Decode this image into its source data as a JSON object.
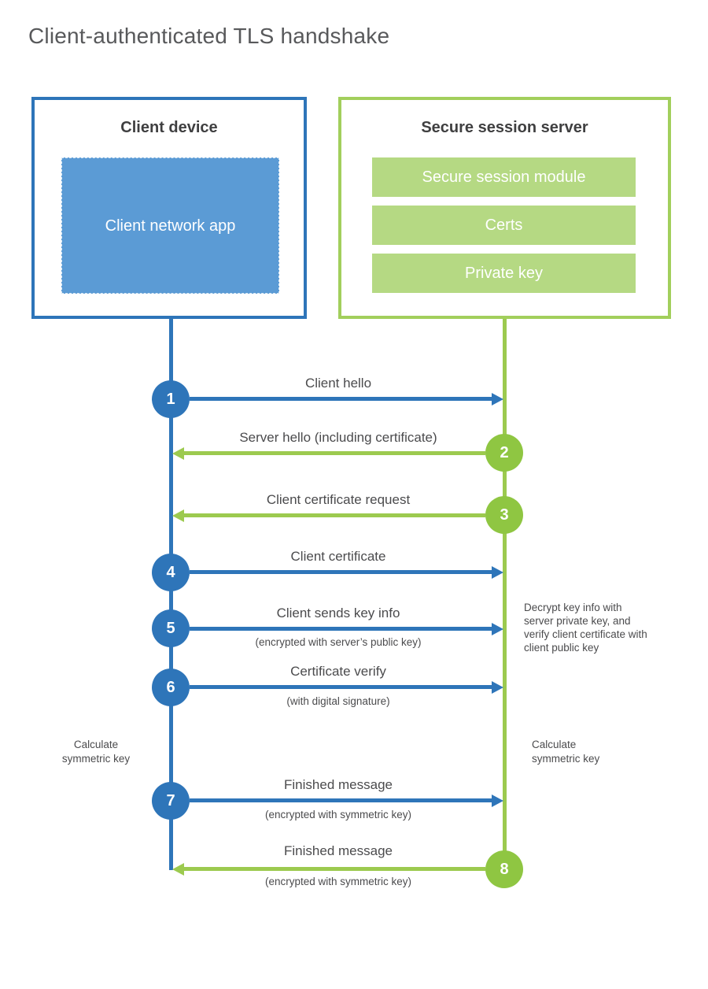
{
  "title": "Client-authenticated TLS handshake",
  "client_box": {
    "title": "Client device",
    "app_label": "Client network app"
  },
  "server_box": {
    "title": "Secure session server",
    "modules": [
      "Secure session module",
      "Certs",
      "Private key"
    ]
  },
  "messages": [
    {
      "number": "1",
      "label": "Client hello",
      "sublabel": "",
      "from": "client",
      "to": "server"
    },
    {
      "number": "2",
      "label": "Server hello (including certificate)",
      "sublabel": "",
      "from": "server",
      "to": "client"
    },
    {
      "number": "3",
      "label": "Client certificate request",
      "sublabel": "",
      "from": "server",
      "to": "client"
    },
    {
      "number": "4",
      "label": "Client certificate",
      "sublabel": "",
      "from": "client",
      "to": "server"
    },
    {
      "number": "5",
      "label": "Client sends key info",
      "sublabel": "(encrypted with server’s public key)",
      "from": "client",
      "to": "server"
    },
    {
      "number": "6",
      "label": "Certificate verify",
      "sublabel": "(with digital signature)",
      "from": "client",
      "to": "server"
    },
    {
      "number": "7",
      "label": "Finished message",
      "sublabel": "(encrypted with symmetric key)",
      "from": "client",
      "to": "server"
    },
    {
      "number": "8",
      "label": "Finished message",
      "sublabel": "(encrypted with symmetric key)",
      "from": "server",
      "to": "client"
    }
  ],
  "annotations": {
    "decrypt_note": "Decrypt key info with server private key, and verify client certificate with client public key",
    "calculate_left": "Calculate symmetric key",
    "calculate_right": "Calculate symmetric key"
  },
  "colors": {
    "blue": "#2E75B9",
    "blue_light": "#5B9BD5",
    "green_circle": "#8FC642",
    "green_line": "#9CCA4F",
    "green_border": "#A2CF5C",
    "green_bar": "#B5D983",
    "text_dark": "#3F3F40",
    "text_gray": "#4B4B4D",
    "title_gray": "#58595B"
  }
}
